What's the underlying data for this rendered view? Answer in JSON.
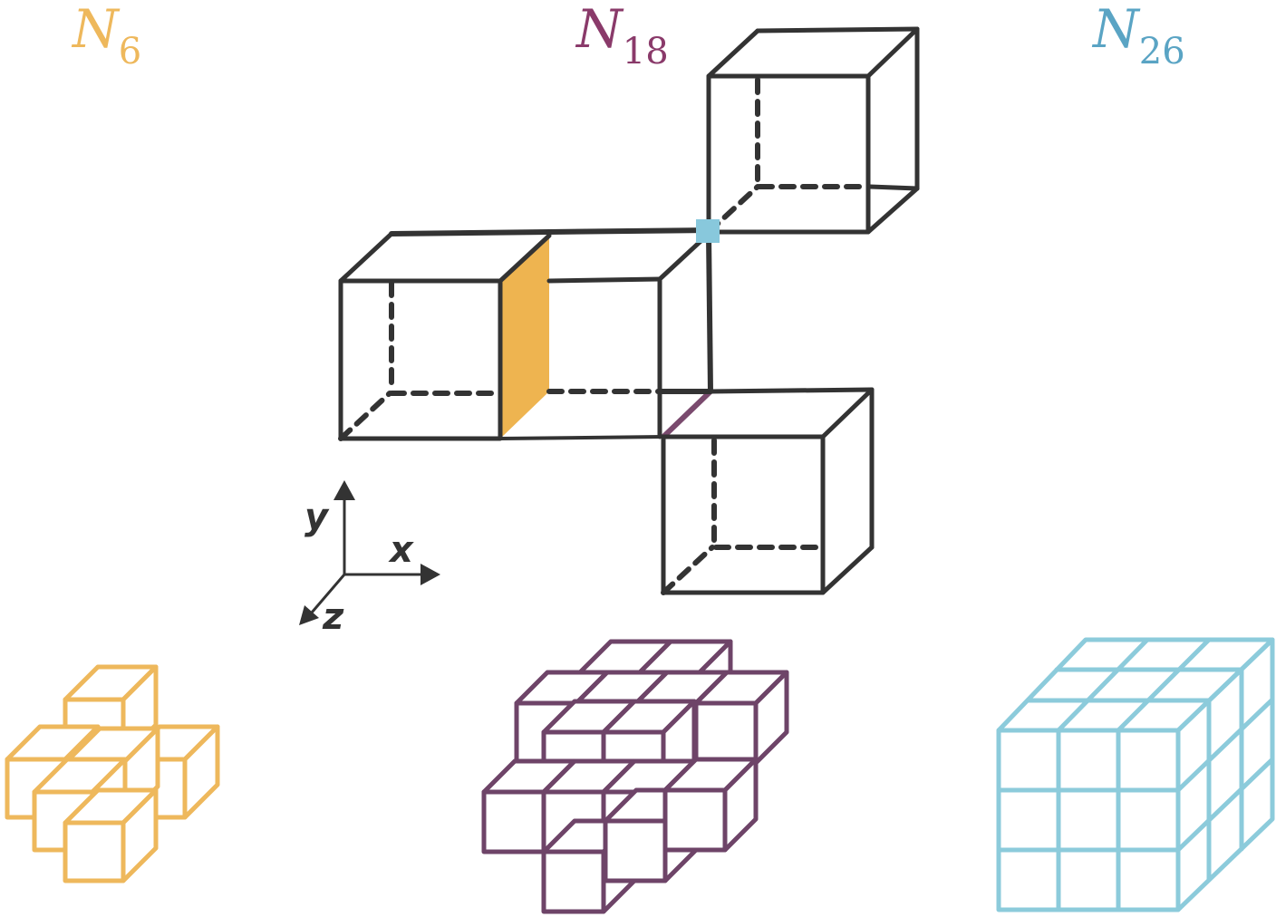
{
  "labels": [
    {
      "main": "N",
      "sub": "6",
      "color": "#eeb85c"
    },
    {
      "main": "N",
      "sub": "18",
      "color": "#8a3a6a"
    },
    {
      "main": "N",
      "sub": "26",
      "color": "#5aa4c4"
    }
  ],
  "axes": {
    "x": "x",
    "y": "y",
    "z": "z"
  },
  "colors": {
    "edge": "#333333",
    "face_highlight": "#eeb450",
    "edge_highlight": "#7a4a6e",
    "vertex_highlight": "#88c8dc",
    "n6": "#eeb85c",
    "n18": "#6e4468",
    "n26": "#8ccbdb"
  }
}
